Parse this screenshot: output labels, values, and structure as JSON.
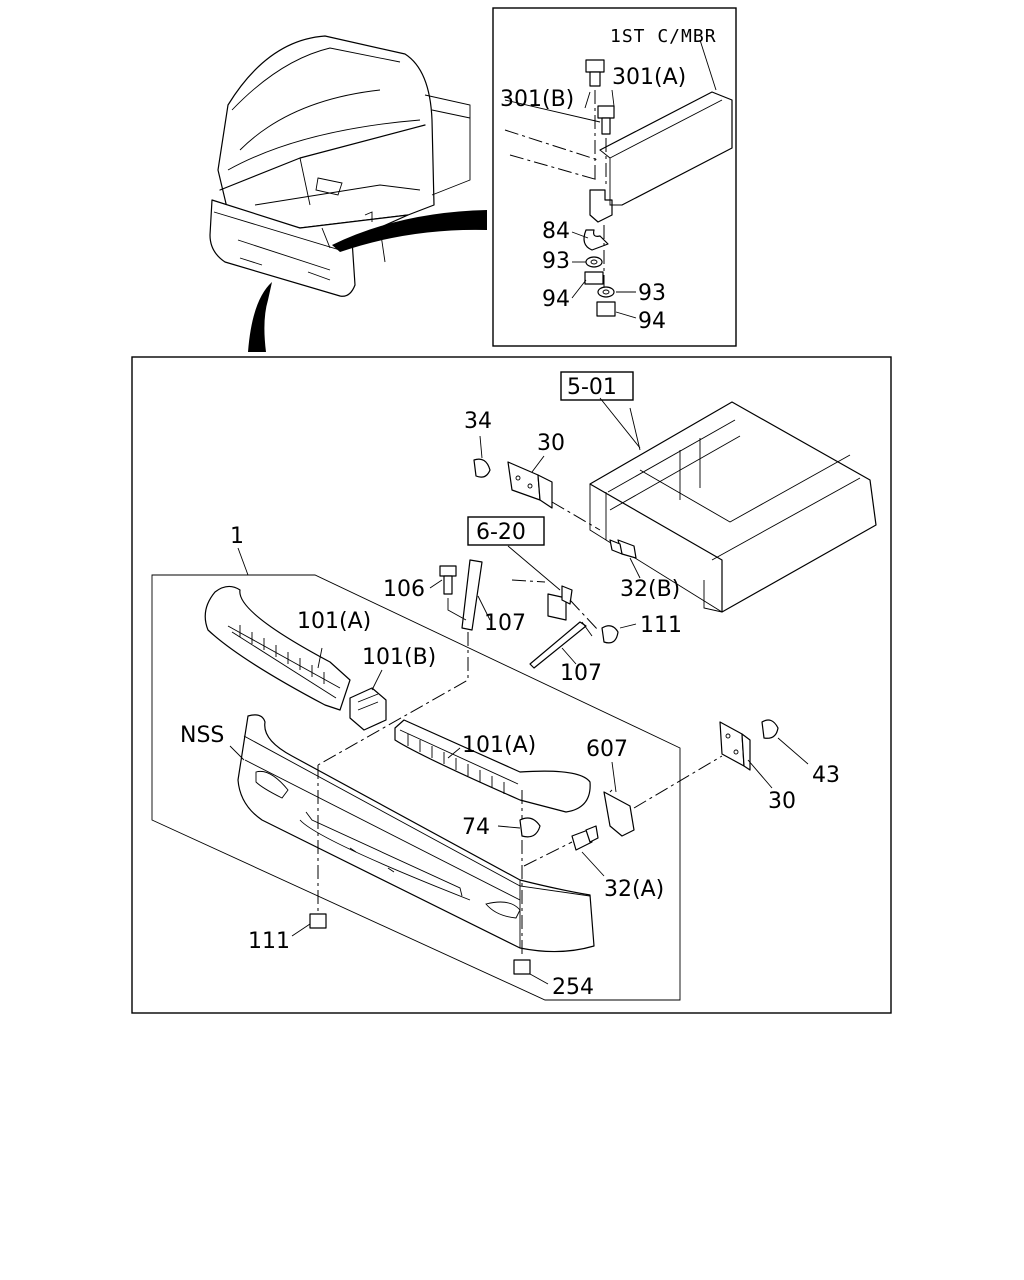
{
  "inset_title": "1ST C/MBR",
  "ref_boxes": [
    {
      "id": "ref-5-01",
      "text": "5-01"
    },
    {
      "id": "ref-6-20",
      "text": "6-20"
    }
  ],
  "inset_labels": {
    "l301b": "301(B)",
    "l301a": "301(A)",
    "l84": "84",
    "l93a": "93",
    "l94a": "94",
    "l93b": "93",
    "l94b": "94"
  },
  "labels": {
    "l34": "34",
    "l30a": "30",
    "l32b": "32(B)",
    "l1": "1",
    "l106": "106",
    "l107a": "107",
    "l111a": "111",
    "l107b": "107",
    "l101a1": "101(A)",
    "l101b": "101(B)",
    "l101a2": "101(A)",
    "lnss": "NSS",
    "l607": "607",
    "l43": "43",
    "l30b": "30",
    "l74": "74",
    "l32a": "32(A)",
    "l111b": "111",
    "l254": "254"
  }
}
